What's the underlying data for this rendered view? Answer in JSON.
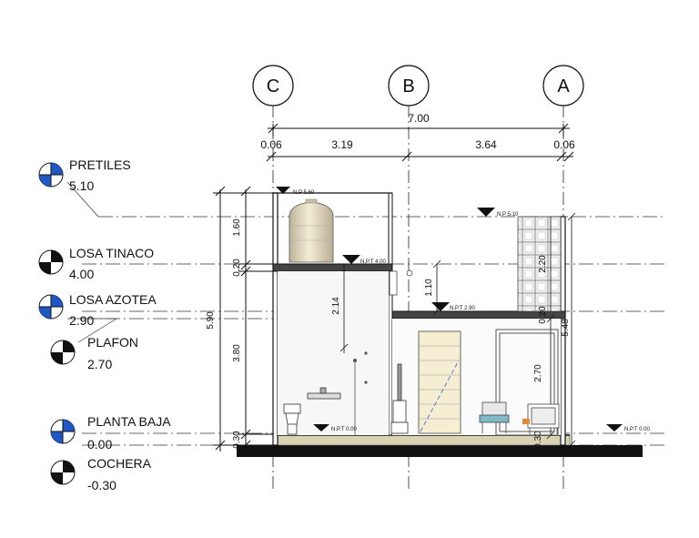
{
  "grid_axes": [
    "C",
    "B",
    "A"
  ],
  "overall_dimension": "7.00",
  "spans": {
    "left_wall": "0.06",
    "span_cb": "3.19",
    "span_ba": "3.64",
    "right_wall": "0.06"
  },
  "levels": [
    {
      "name": "PRETILES",
      "value": "5.10"
    },
    {
      "name": "LOSA TINACO",
      "value": "4.00"
    },
    {
      "name": "LOSA AZOTEA",
      "value": "2.90"
    },
    {
      "name": "PLAFON",
      "value": "2.70"
    },
    {
      "name": "PLANTA BAJA",
      "value": "0.00"
    },
    {
      "name": "COCHERA",
      "value": "-0.30"
    }
  ],
  "vertical_dims_left": {
    "total": "5.90",
    "d1": "1.60",
    "d2": "0.20",
    "d3": "3.80",
    "d4": "0.30"
  },
  "inner_dims": {
    "h214": "2.14",
    "h110": "1.10",
    "h220": "2.20",
    "h020": "0.20",
    "h270": "2.70",
    "h030": "0.30",
    "h548": "5.48"
  },
  "npt_tags": {
    "top_left": "N.P 5.60",
    "tinaco": "N.P.T 4.00",
    "right_top": "N.P 5.10",
    "azotea": "N.P.T 2.90",
    "ground": "N.P.T 0.00",
    "outside": "N.P.T 0.00"
  }
}
